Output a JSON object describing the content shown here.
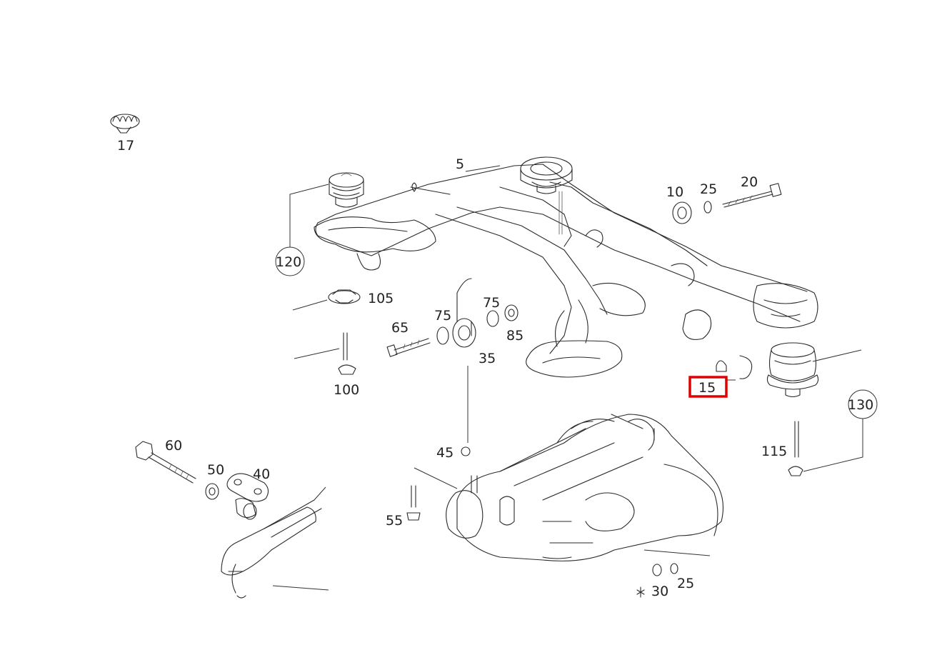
{
  "diagram": {
    "labels": {
      "p17": "17",
      "p5": "5",
      "p10": "10",
      "p25a": "25",
      "p20": "20",
      "p120": "120",
      "p105": "105",
      "p75a": "75",
      "p75b": "75",
      "p65": "65",
      "p85": "85",
      "p35": "35",
      "p100": "100",
      "p15": "15",
      "p130": "130",
      "p115": "115",
      "p45": "45",
      "p60": "60",
      "p50": "50",
      "p40": "40",
      "p55": "55",
      "p30": "30",
      "p25b": "25"
    },
    "highlight_color": "#e00000",
    "highlighted_part": "15"
  }
}
